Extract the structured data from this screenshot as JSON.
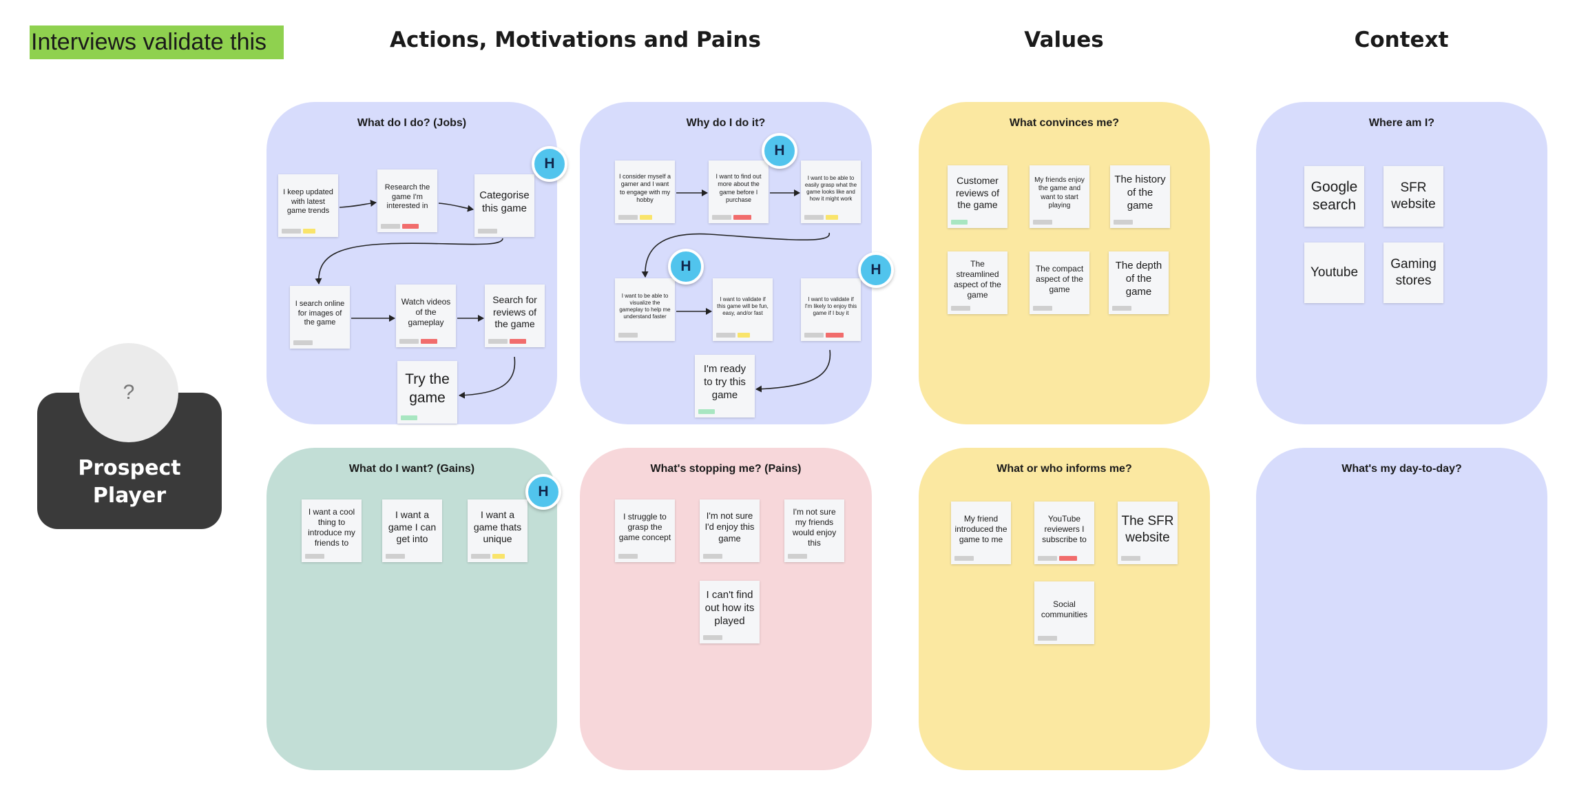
{
  "banner": "Interviews validate this",
  "sections": {
    "actions": "Actions, Motivations and Pains",
    "values": "Values",
    "context": "Context"
  },
  "persona": {
    "avatar": "?",
    "name_line1": "Prospect",
    "name_line2": "Player"
  },
  "badge_label": "H",
  "colors": {
    "blue_panel": "#d7dcfc",
    "yellow_panel": "#fbe8a1",
    "green_panel": "#c2ded6",
    "pink_panel": "#f7d7da",
    "highlight": "#8fd14f",
    "badge": "#51c4ed",
    "tag_yellow": "#f9e46b",
    "tag_red": "#f16c6c",
    "tag_green": "#a8e6c1"
  },
  "panels": {
    "jobs": {
      "title": "What do I do? (Jobs)",
      "notes": [
        "I keep updated with latest game trends",
        "Research the game I'm interested in",
        "Categorise this game",
        "I search online for images of the game",
        "Watch videos of the gameplay",
        "Search for reviews of the game",
        "Try the game"
      ]
    },
    "why": {
      "title": "Why do I do it?",
      "notes": [
        "I consider myself a gamer and I want to engage with my hobby",
        "I want to find out more about the game before I purchase",
        "I want to be able to easily grasp what the game looks like and how it might work",
        "I want to be able to visualize the gameplay to help me understand faster",
        "I want to validate if this game will be fun, easy, and/or fast",
        "I want to validate if I'm likely to enjoy this game if I buy it",
        "I'm ready to try this game"
      ]
    },
    "convinces": {
      "title": "What convinces me?",
      "notes": [
        "Customer reviews of the game",
        "My friends enjoy the game and want to start playing",
        "The history of the game",
        "The streamlined aspect of the game",
        "The compact aspect of the game",
        "The depth of the game"
      ]
    },
    "where": {
      "title": "Where am I?",
      "notes": [
        "Google search",
        "SFR website",
        "Youtube",
        "Gaming stores"
      ]
    },
    "gains": {
      "title": "What do I want? (Gains)",
      "notes": [
        "I want a cool thing to introduce my friends to",
        "I want a game I can get into",
        "I want a game thats unique"
      ]
    },
    "pains": {
      "title": "What's stopping me? (Pains)",
      "notes": [
        "I struggle to grasp the game concept",
        "I'm not sure I'd enjoy this game",
        "I'm not sure my friends would enjoy this",
        "I can't find out how its played"
      ]
    },
    "informs": {
      "title": "What or who informs me?",
      "notes": [
        "My friend introduced the game to me",
        "YouTube reviewers I subscribe to",
        "The SFR website",
        "Social communities"
      ]
    },
    "dayto": {
      "title": "What's my day-to-day?"
    }
  }
}
